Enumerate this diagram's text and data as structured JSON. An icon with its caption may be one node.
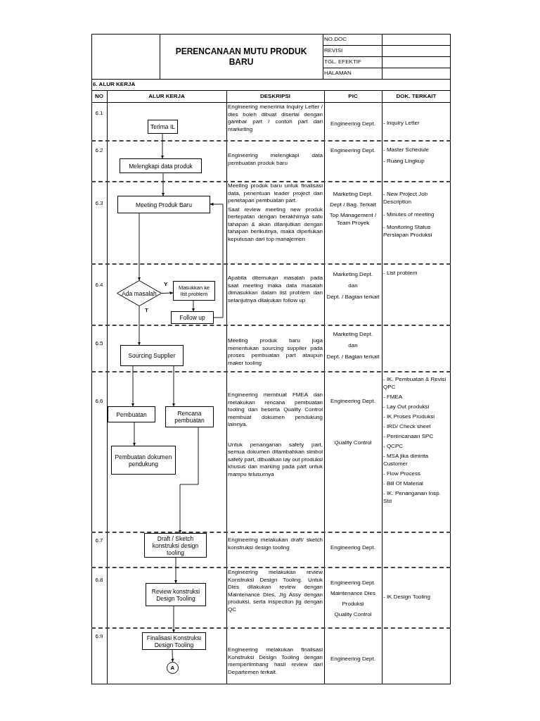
{
  "diagram": {
    "title": "PERENCANAAN MUTU PRODUK BARU",
    "nodes": [
      {
        "text": [
          "Terima IL"
        ]
      },
      {
        "text": [
          "Melengkapi data produk"
        ]
      },
      {
        "text": [
          "Meeting Produk Baru"
        ]
      },
      {
        "text": [
          "Ada masalah"
        ]
      },
      {
        "text": [
          "Masukkan ke list problem"
        ]
      },
      {
        "text": [
          "Follow up"
        ]
      },
      {
        "text": [
          "Sourcing Supplier"
        ]
      },
      {
        "text": [
          "Pembuatan"
        ]
      },
      {
        "text": [
          "Rencana pembuatan"
        ]
      },
      {
        "text": [
          "Pembuatan dokumen pendukung"
        ]
      },
      {
        "text": [
          "Draft / Sketch konstruksi design tooling"
        ]
      },
      {
        "text": [
          "Review konstruksi Design Tooling"
        ]
      },
      {
        "text": [
          "Finalisasi Konstruksi Design Tooling"
        ]
      },
      {
        "text": [
          "A"
        ]
      }
    ],
    "edges": [
      {
        "from": 0,
        "to": 1,
        "arrow": "to"
      },
      {
        "from": 1,
        "to": 2,
        "arrow": "to"
      },
      {
        "from": 2,
        "to": 3,
        "arrow": "to"
      },
      {
        "from": 3,
        "to": 4,
        "arrow": "to",
        "label": "Y"
      },
      {
        "from": 4,
        "to": 5,
        "arrow": "to"
      },
      {
        "from": 5,
        "to": 2,
        "arrow": "to"
      },
      {
        "from": 3,
        "to": 6,
        "arrow": "to",
        "label": "T"
      },
      {
        "from": 6,
        "to": 7,
        "arrow": "to"
      },
      {
        "from": 6,
        "to": 8,
        "arrow": "to"
      },
      {
        "from": 7,
        "to": 9,
        "arrow": "to"
      },
      {
        "from": 8,
        "to": 10,
        "arrow": "to"
      },
      {
        "from": 10,
        "to": 11,
        "arrow": "to"
      },
      {
        "from": 11,
        "to": 12,
        "arrow": "to"
      },
      {
        "from": 12,
        "to": 13,
        "arrow": "to"
      }
    ],
    "labels": [
      "NO.DOC",
      "REVISI",
      "TGL. EFEKTIF",
      "HALAMAN",
      "6. ALUR KERJA",
      "NO",
      "ALUR KERJA",
      "DESKRIPSI",
      "PIC",
      "DOK. TERKAIT",
      "6.1",
      "Engineering menerima Inquiry Letter / dies boleh dibuat disertai dengan gambar part / contoh part dari marketing",
      "Engineering Dept.",
      "- Inquiry Letter",
      "6.2",
      "Engineering melengkapi data pembuatan produk baru",
      "Engineering Dept.",
      "- Master Schedule",
      "- Ruang Lingkup",
      "6.3",
      "Meeting produk baru untuk finalisasi data, penentuan leader project dan penetapan pembuatan part.",
      "Saat review meeting new produk bertepatan dengan berakhirnya satu tahapan & akan dilanjutkan dengan tahapan berikutnya, maka diperlukan keputusan dari top manajemen",
      "Marketing Dept.",
      "Dept / Bag. Terkait",
      "Top Management / Team Proyek",
      "- New Project Job Description",
      "- Minutes of meeting",
      "- Monitoring Status Persiapan Produksi",
      "6.4",
      "Apabila ditemukan masalah pada saat meeting maka data masalah dimasukkan dalam list problem dan selanjutnya dilakukan follow up",
      "Marketing Dept.",
      "dan",
      "Dept. / Bagian terkait",
      "- List problem",
      "6.5",
      "Meeting produk baru juga menentukan sourcing supplier pada proses pembuatan part ataupun maker tooling",
      "Marketing Dept.",
      "dan",
      "Dept. / Bagian terkait",
      "6.6",
      "Engineering membuat FMEA dan melakukan rencana pembuatan tooling dan beserta Quality Control membuat dokumen pendukung lainnya.",
      "Untuk penanganan safety part, semua dokumen ditambahkan simbol safety part, dibuatkan lay out produksi khusus dan marking pada part untuk mampu telusurnya",
      "Engineering Dept.",
      "Quality Control",
      "- IK. Pembuatan & Revisi QPC",
      "- FMEA",
      "- Lay Out produksi",
      "- IK Proses Produksi",
      "- IRD/ Check sheet",
      "- Perencanaan SPC",
      "- QCPC",
      "- MSA jika diminta Customer",
      "- Flow Process",
      "- Bill Of Material",
      "- IK. Penanganan Insp. Std",
      "6.7",
      "Engineering melakukan draft/ sketch konstruksi design tooling",
      "Engineering Dept.",
      "6.8",
      "Engineering melakukan review Konstruksi Design Tooling. Untuk Dies dilakukan review dengan Maintenance Dies, Jig Assy dengan produksi, serta inspection jig dengan QC",
      "Engineering Dept.",
      "Maintenance Dies",
      "Produksi",
      "Quality Control",
      "- IK Design Tooling",
      "6.9",
      "Engineering melakukan finalisasi Konstruksi Design Tooling dengan mempertimbang hasil review dari Departemen terkait.",
      "Engineering Dept."
    ]
  }
}
